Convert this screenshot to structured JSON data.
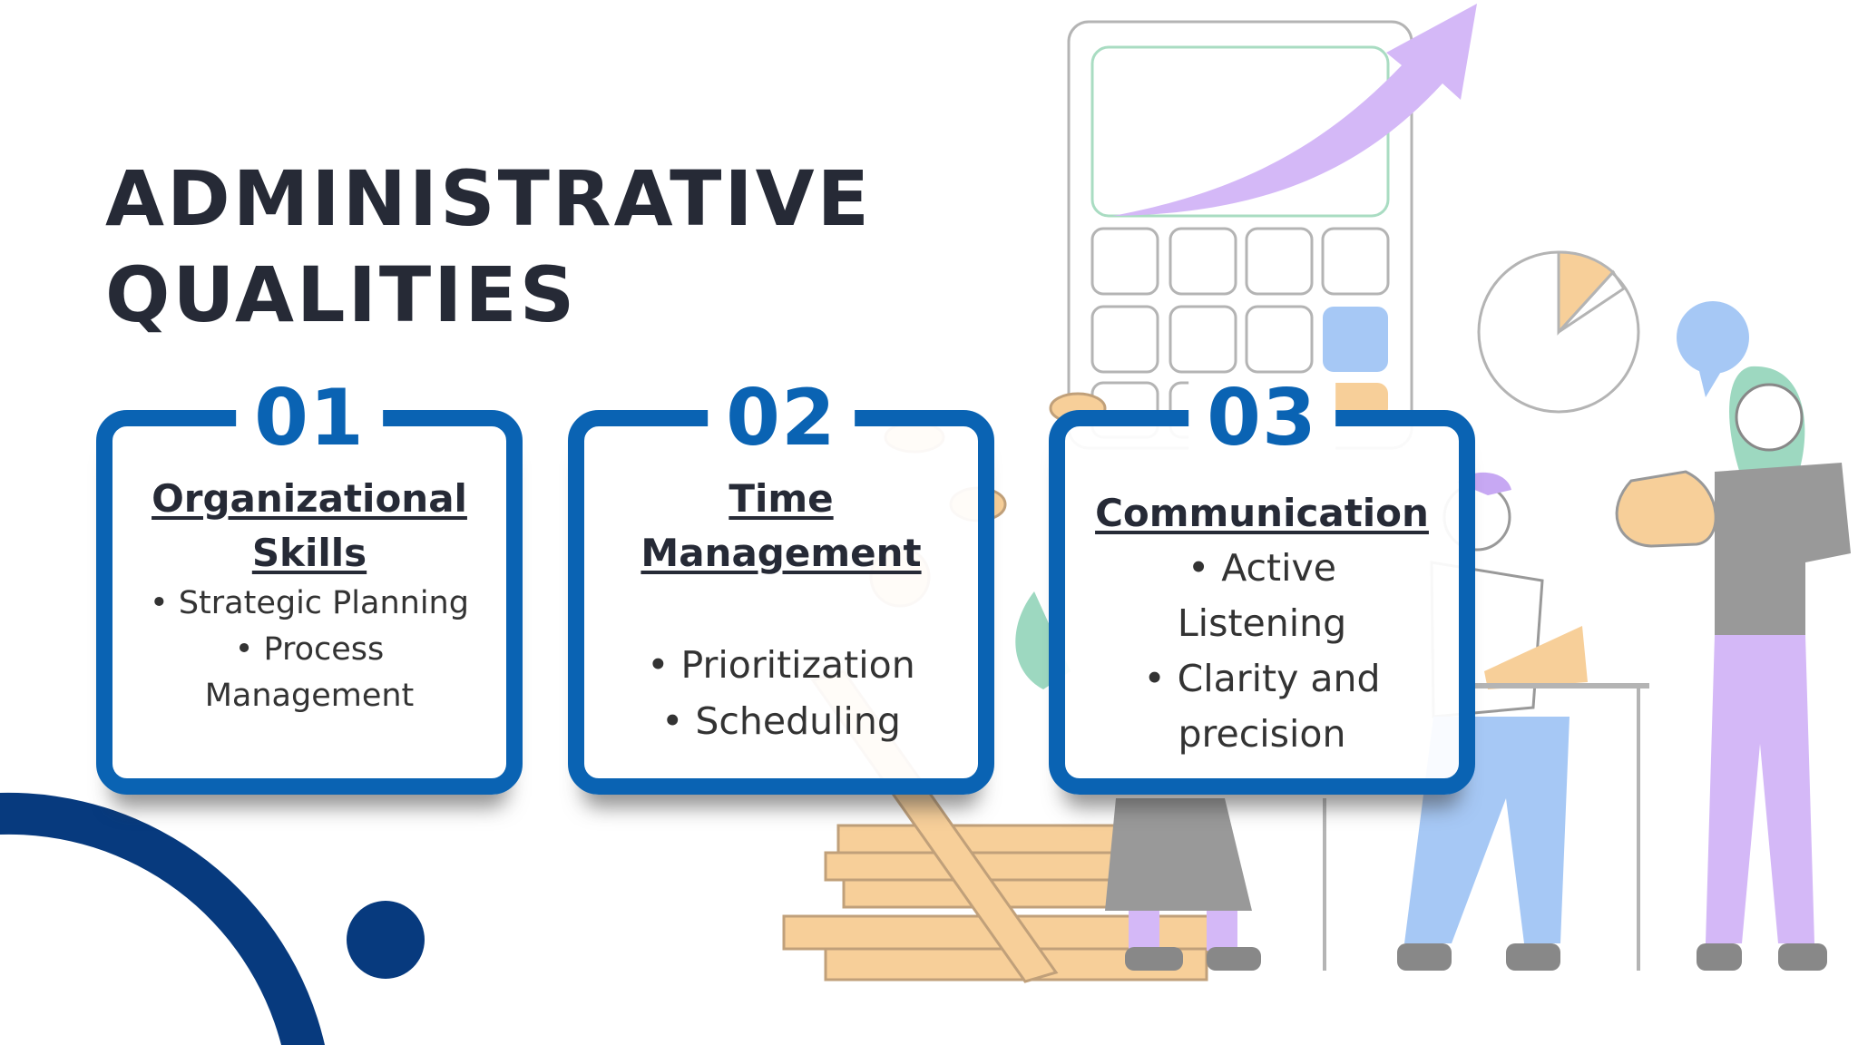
{
  "slide": {
    "title_line1": "ADMINISTRATIVE",
    "title_line2": "QUALITIES"
  },
  "cards": [
    {
      "number": "01",
      "heading": "Organizational Skills",
      "bullets": [
        "Strategic Planning",
        "Process Management"
      ]
    },
    {
      "number": "02",
      "heading": "Time Management",
      "bullets": [
        "Prioritization",
        "Scheduling"
      ]
    },
    {
      "number": "03",
      "heading": "Communication",
      "bullets": [
        "Active Listening",
        "Clarity and precision"
      ]
    }
  ],
  "colors": {
    "accent": "#0a63b3",
    "navy": "#073a7e",
    "title": "#262a36",
    "arrow": "#d4b8f7",
    "peach": "#f7cf99",
    "lightblue": "#a6c8f5",
    "mint": "#9dd8c0",
    "gray": "#999999"
  },
  "icons": [
    "calculator-icon",
    "growth-arrow-icon",
    "pie-chart-icon",
    "speech-bubble-icon",
    "coin-icon",
    "money-bag-icon"
  ]
}
